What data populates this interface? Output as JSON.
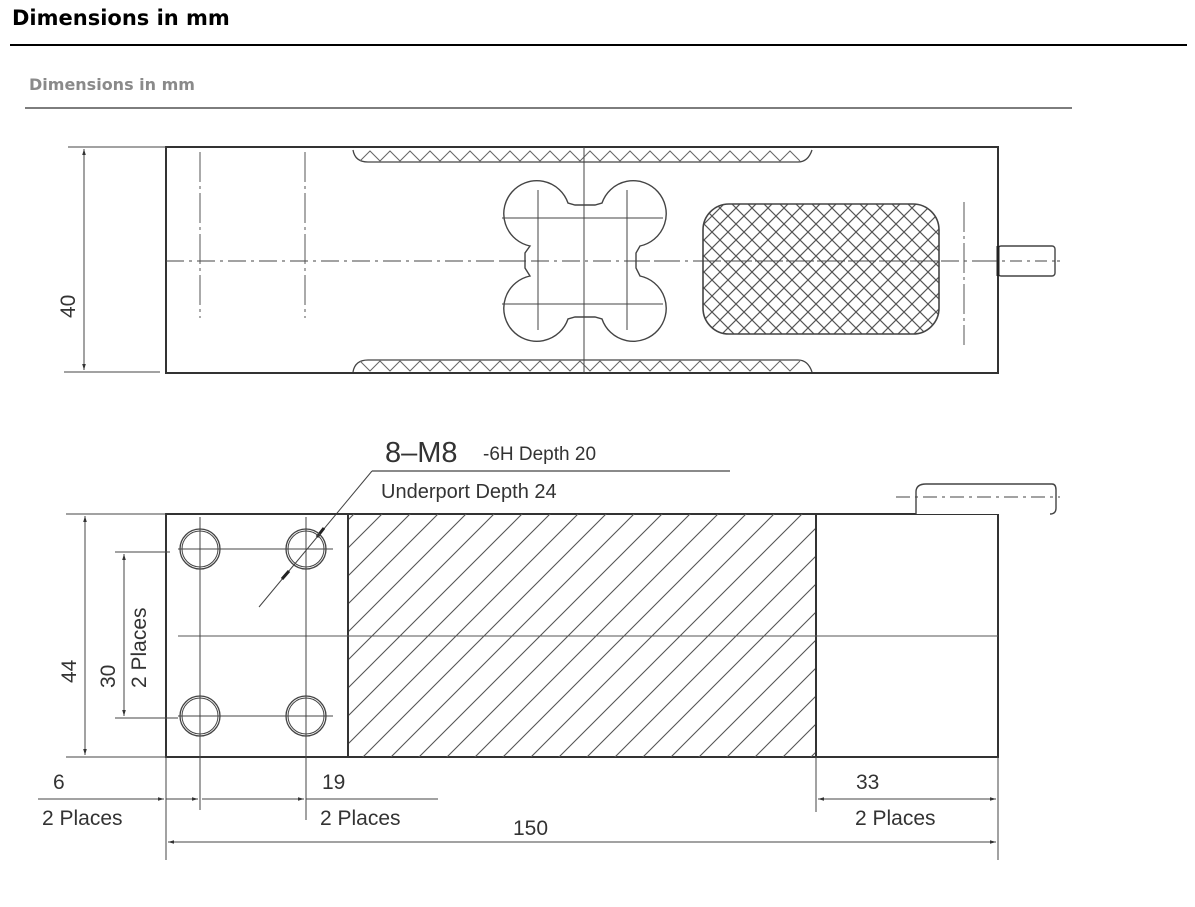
{
  "header": {
    "title": "Dimensions in mm"
  },
  "figure": {
    "caption": "Dimensions in mm",
    "top_view": {
      "height_dim": "40"
    },
    "side_view": {
      "thread_callout_main": "8–M8",
      "thread_callout_spec": "-6H Depth 20",
      "thread_callout_under": "Underport  Depth 24",
      "height_dim": "44",
      "hole_spacing_dim": "30",
      "hole_spacing_note": "2 Places",
      "edge_offset_dim": "6",
      "edge_offset_note": "2 Places",
      "hole_pitch_dim": "19",
      "hole_pitch_note": "2 Places",
      "right_block_dim": "33",
      "right_block_note": "2 Places",
      "overall_length_dim": "150"
    }
  }
}
